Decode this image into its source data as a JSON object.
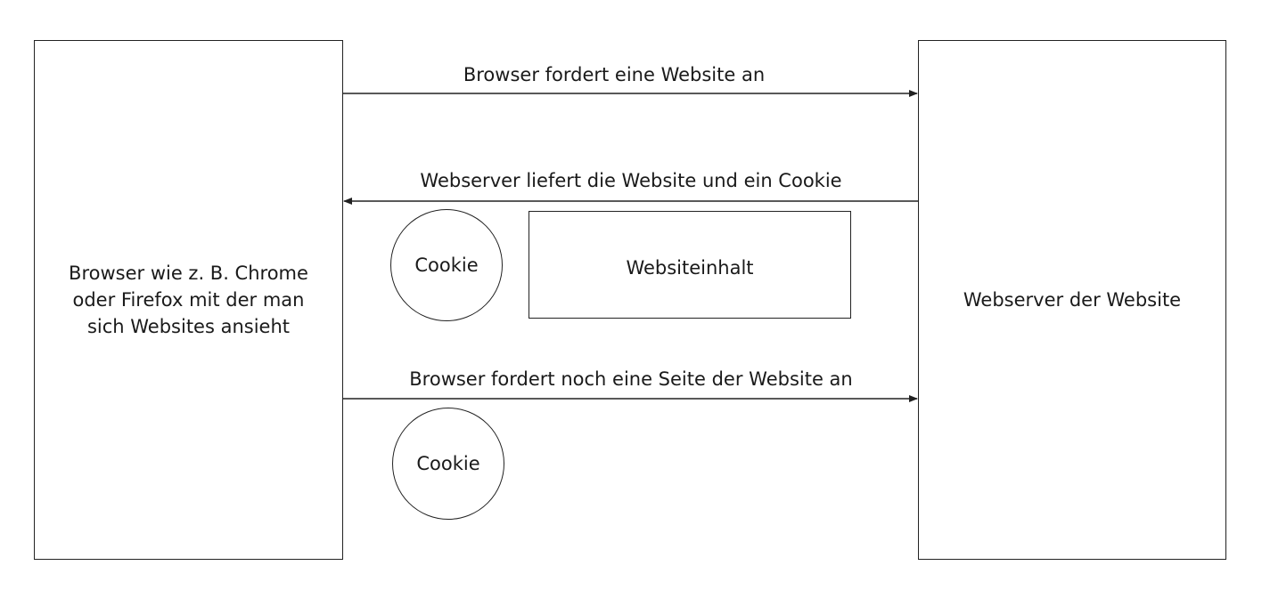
{
  "nodes": {
    "browser": {
      "label": "Browser wie z. B. Chrome\noder Firefox mit der man\nsich Websites ansieht"
    },
    "server": {
      "label": "Webserver der Website"
    },
    "content": {
      "label": "Websiteinhalt"
    },
    "cookie_response": {
      "label": "Cookie"
    },
    "cookie_request": {
      "label": "Cookie"
    }
  },
  "edges": [
    {
      "from": "browser",
      "to": "server",
      "label": "Browser fordert eine Website an"
    },
    {
      "from": "server",
      "to": "browser",
      "label": "Webserver liefert die Website und ein Cookie"
    },
    {
      "from": "browser",
      "to": "server",
      "label": "Browser fordert noch eine Seite der Website an"
    }
  ],
  "colors": {
    "stroke": "#222222",
    "background": "#ffffff",
    "text": "#1a1a1a"
  }
}
